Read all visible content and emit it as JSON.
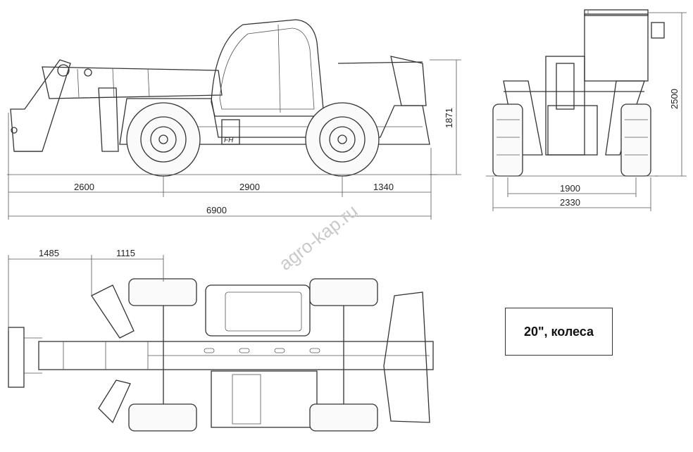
{
  "side_view": {
    "dims": {
      "front_overhang": "2600",
      "wheelbase": "2900",
      "rear_overhang": "1340",
      "overall_length": "6900",
      "height_1871": "1871"
    },
    "cab_label": "FH"
  },
  "front_view": {
    "dims": {
      "track": "1900",
      "overall_width": "2330",
      "overall_height": "2500"
    }
  },
  "top_view": {
    "dims": {
      "fork_offset": "1485",
      "boom_offset": "1115"
    }
  },
  "watermark": "agro-kap.ru",
  "legend": {
    "text": "20\", колеса"
  }
}
